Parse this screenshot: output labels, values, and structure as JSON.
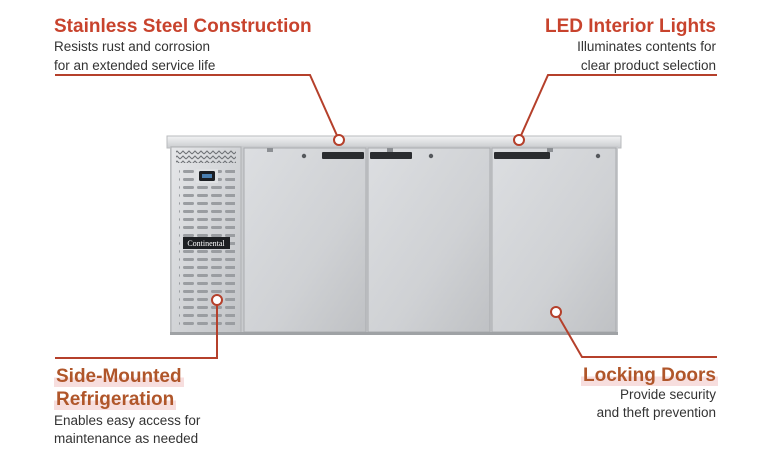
{
  "accent_color": "#c8432d",
  "connector_color": "#b5402b",
  "unit": {
    "brand": "Continental"
  },
  "callouts": [
    {
      "id": "stainless",
      "title": "Stainless Steel Construction",
      "desc": [
        "Resists rust and corrosion",
        "for an extended service life"
      ],
      "title_color": "#c8432d"
    },
    {
      "id": "led",
      "title": "LED Interior Lights",
      "desc": [
        "Illuminates contents for",
        "clear product selection"
      ],
      "title_color": "#c8432d"
    },
    {
      "id": "side",
      "title": [
        "Side-Mounted",
        "Refrigeration"
      ],
      "desc": [
        "Enables easy access for",
        "maintenance as needed"
      ],
      "title_color": "#b0562a"
    },
    {
      "id": "locking",
      "title": "Locking Doors",
      "desc": [
        "Provide security",
        "and theft prevention"
      ],
      "title_color": "#b0562a"
    }
  ]
}
